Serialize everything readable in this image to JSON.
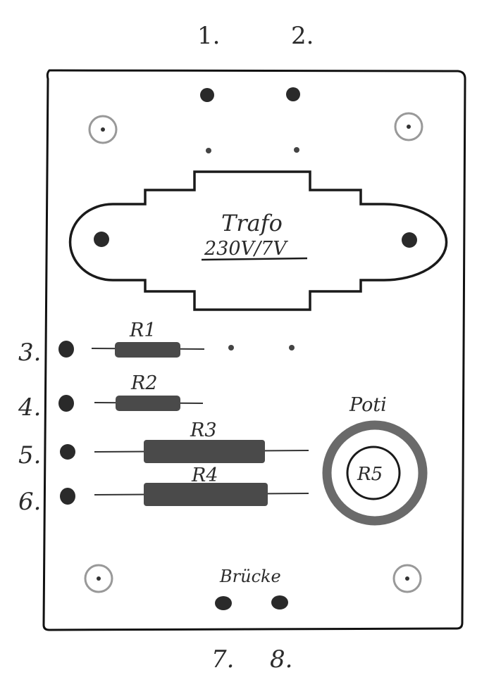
{
  "top_pins": {
    "pin1": "1.",
    "pin2": "2."
  },
  "left_pins": {
    "pin3": "3.",
    "pin4": "4.",
    "pin5": "5.",
    "pin6": "6."
  },
  "bottom_pins": {
    "pin7": "7.",
    "pin8": "8."
  },
  "transformer": {
    "name": "Trafo",
    "rating": "230V/7V"
  },
  "resistors": {
    "r1": "R1",
    "r2": "R2",
    "r3": "R3",
    "r4": "R4"
  },
  "potentiometer": {
    "title": "Poti",
    "label": "R5"
  },
  "bridge": {
    "label": "Brücke"
  },
  "colors": {
    "ink": "#2b2b2b",
    "board": "#111111",
    "component": "#4a4a4a",
    "ring": "#6a6a6a",
    "paper": "#ffffff"
  }
}
